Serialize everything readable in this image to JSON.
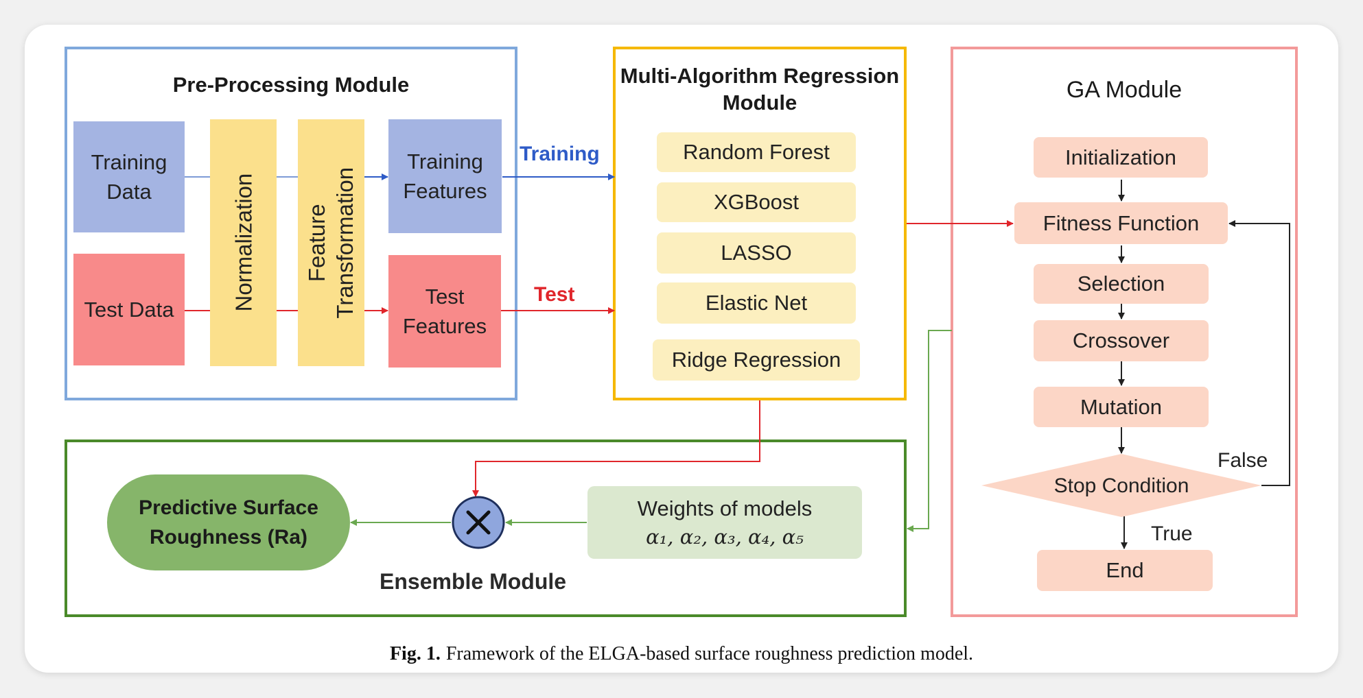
{
  "caption": {
    "prefix": "Fig. 1.",
    "text": "Framework of the ELGA-based surface roughness prediction model."
  },
  "preprocessing": {
    "title": "Pre-Processing Module",
    "training_data": "Training Data",
    "test_data": "Test Data",
    "normalization": "Normalization",
    "feature_transformation": "Feature Transformation",
    "training_features": "Training Features",
    "test_features": "Test Features"
  },
  "flow_labels": {
    "training": "Training",
    "test": "Test"
  },
  "regression": {
    "title": "Multi-Algorithm Regression Module",
    "algorithms": [
      "Random Forest",
      "XGBoost",
      "LASSO",
      "Elastic Net",
      "Ridge Regression"
    ]
  },
  "ga": {
    "title": "GA Module",
    "steps": [
      "Initialization",
      "Fitness Function",
      "Selection",
      "Crossover",
      "Mutation"
    ],
    "stop_condition": "Stop Condition",
    "false_label": "False",
    "true_label": "True",
    "end": "End"
  },
  "ensemble": {
    "title": "Ensemble Module",
    "output": "Predictive Surface Roughness (Ra)",
    "weights_title": "Weights of models",
    "weights_symbols": "α₁, α₂, α₃, α₄, α₅",
    "operator_icon": "multiply-icon"
  },
  "colors": {
    "pre_border": "#7fa8dc",
    "reg_border": "#f5b800",
    "ga_border": "#f39a9a",
    "ens_border": "#4a8a2a",
    "training_arrow": "#2e5bc7",
    "test_arrow": "#e0262b",
    "ga_arrow": "#222222",
    "ensemble_arrow": "#6aa84f"
  }
}
